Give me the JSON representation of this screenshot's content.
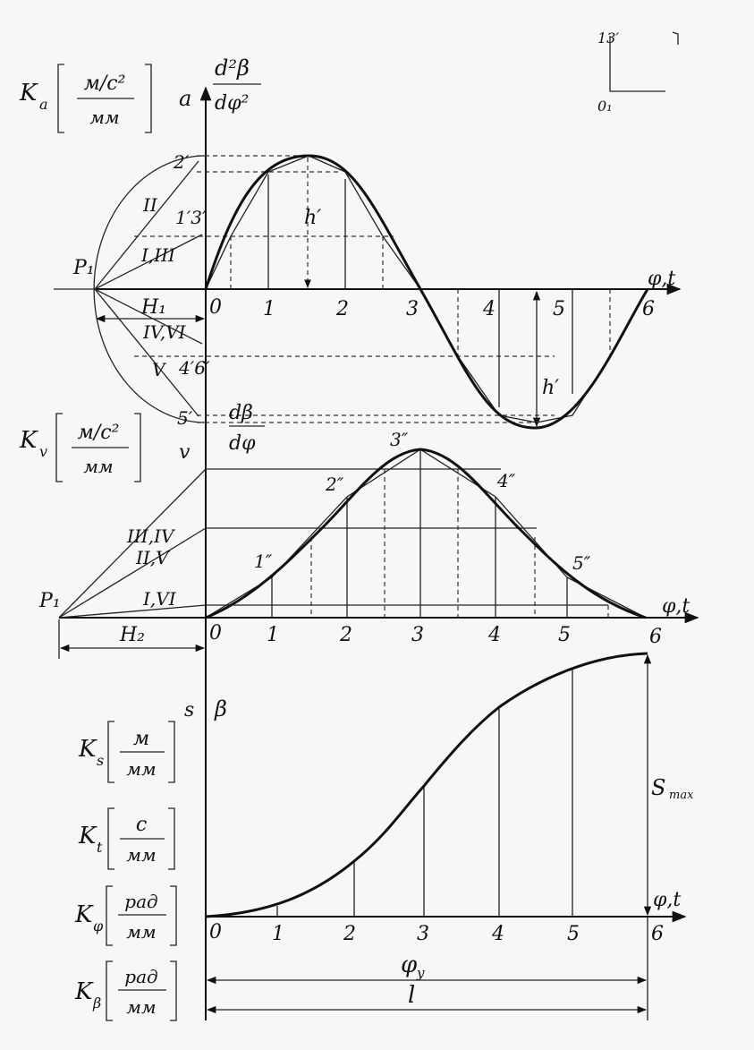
{
  "colors": {
    "ink": "#111111",
    "paper": "#f7f7f5"
  },
  "coef": {
    "ka": {
      "k": "K",
      "sub": "a",
      "num": "м/с²",
      "den": "мм"
    },
    "kv": {
      "k": "K",
      "sub": "v",
      "num": "м/с²",
      "den": "мм"
    },
    "ks": {
      "k": "K",
      "sub": "s",
      "num": "м",
      "den": "мм"
    },
    "kt": {
      "k": "K",
      "sub": "t",
      "num": "с",
      "den": "мм"
    },
    "kphi": {
      "k": "K",
      "sub": "φ",
      "num": "рад",
      "den": "мм"
    },
    "kbeta": {
      "k": "K",
      "sub": "β",
      "num": "рад",
      "den": "мм"
    }
  },
  "top": {
    "axis_a": "a",
    "d2_num": "d²β",
    "d2_den": "dφ²",
    "axis_right": "φ,t",
    "ticks": [
      "0",
      "1",
      "2",
      "3",
      "4",
      "5",
      "6"
    ],
    "pole": "P₁",
    "H": "H₁",
    "h_upper": "h′",
    "h_lower": "h′",
    "pts": {
      "p2": "2′",
      "p13": "1′3′",
      "p46": "4′6′",
      "p5": "5′"
    },
    "rays": {
      "r2": "II",
      "r13": "I,III",
      "r46": "IV,VI",
      "r5": "V"
    },
    "d1_num": "dβ",
    "d1_den": "dφ"
  },
  "mid": {
    "axis_v": "v",
    "axis_right": "φ,t",
    "ticks": [
      "0",
      "1",
      "2",
      "3",
      "4",
      "5",
      "6"
    ],
    "pole": "P₁",
    "H": "H₂",
    "pts": {
      "p1": "1″",
      "p2": "2″",
      "p3": "3″",
      "p4": "4″",
      "p5": "5″"
    },
    "rays": {
      "r34": "III,IV",
      "r25": "II,V",
      "r16": "I,VI"
    }
  },
  "bot": {
    "axis_s": "s",
    "axis_beta": "β",
    "axis_right": "φ,t",
    "ticks": [
      "0",
      "1",
      "2",
      "3",
      "4",
      "5",
      "6"
    ],
    "smax": "S",
    "smax_sub": "max",
    "phi_y": "φ",
    "phi_y_sub": "y",
    "l": "l"
  },
  "corner": {
    "mark_top": "13′",
    "mark_bottom": "0₁"
  }
}
